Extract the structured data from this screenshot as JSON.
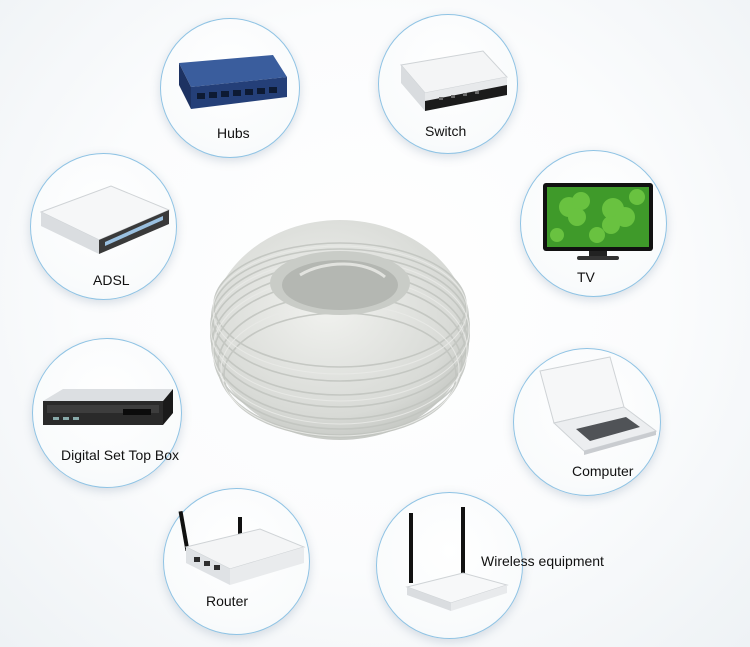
{
  "devices": {
    "hubs": {
      "label": "Hubs",
      "icon": "hub-icon"
    },
    "switch": {
      "label": "Switch",
      "icon": "switch-icon"
    },
    "adsl": {
      "label": "ADSL",
      "icon": "adsl-modem-icon"
    },
    "tv": {
      "label": "TV",
      "icon": "tv-icon"
    },
    "stb": {
      "label": "Digital Set Top Box",
      "icon": "set-top-box-icon"
    },
    "computer": {
      "label": "Computer",
      "icon": "laptop-icon"
    },
    "router": {
      "label": "Router",
      "icon": "router-icon"
    },
    "wireless": {
      "label": "Wireless equipment",
      "icon": "wireless-router-icon"
    }
  },
  "center": {
    "icon": "network-cable-coil-icon"
  },
  "colors": {
    "bubble_border": "#8fc3e4",
    "cable": "#d9dbd8",
    "hub_blue": "#2a4b8d",
    "tv_green": "#3f9a2a"
  }
}
